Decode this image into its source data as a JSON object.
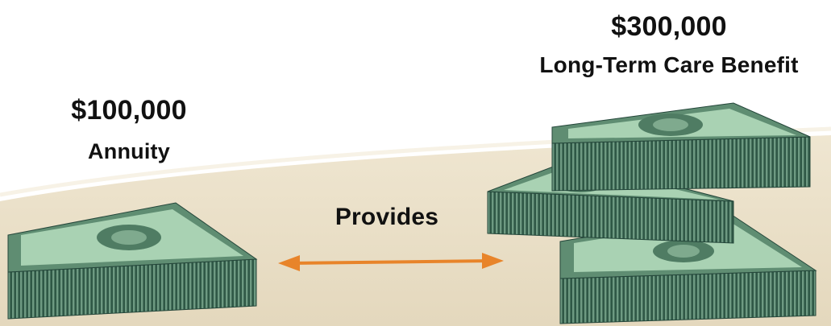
{
  "left": {
    "amount": "$100,000",
    "label": "Annuity"
  },
  "right": {
    "amount": "$300,000",
    "label": "Long-Term Care Benefit"
  },
  "connector": {
    "label": "Provides"
  },
  "colors": {
    "background_band": "#e9dfc8",
    "background_band_light": "#f2ebd9",
    "arrow": "#e8842a",
    "money_green": "#3f6b55",
    "money_light": "#9ec9a9",
    "text": "#111111"
  },
  "icons": [
    "money-stack-icon",
    "double-arrow-icon"
  ]
}
